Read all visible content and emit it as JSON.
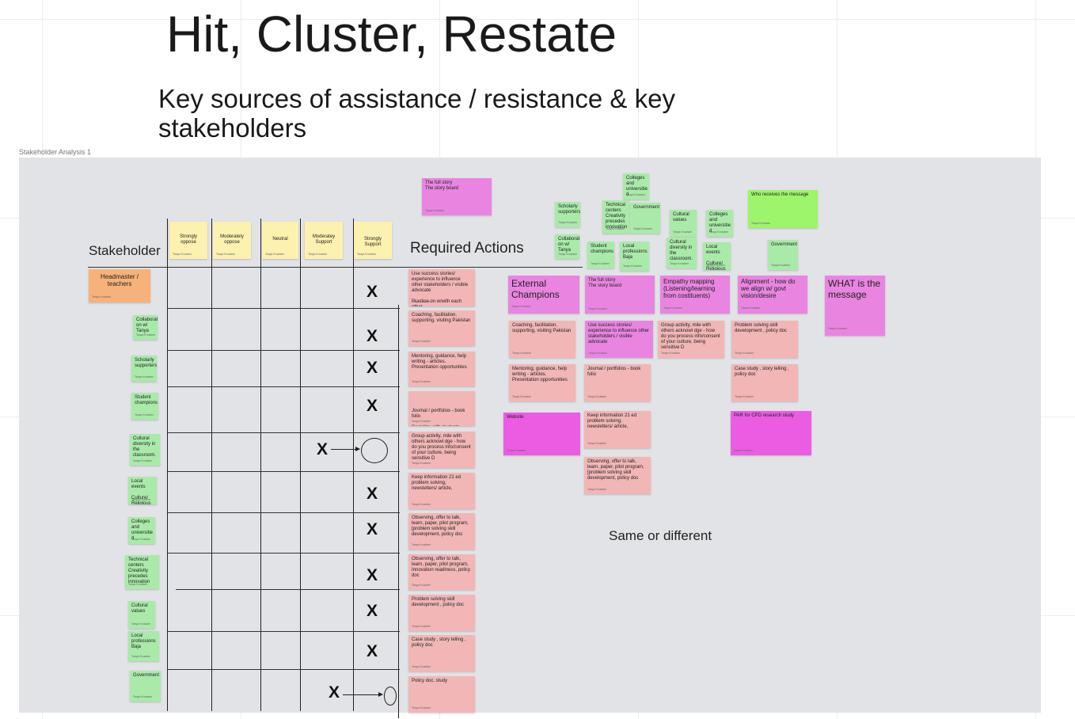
{
  "page": {
    "title": "Hit, Cluster, Restate",
    "subtitle": "Key sources of assistance / resistance  & key stakeholders"
  },
  "frame": {
    "label": "Stakeholder Analysis  1"
  },
  "headers": {
    "stakeholder": "Stakeholder",
    "required_actions": "Required Actions",
    "same_or_different": "Same or different"
  },
  "mark": {
    "x": "X"
  },
  "columns": [
    {
      "label": "Strongly oppose",
      "author": "Tanya Knudsen"
    },
    {
      "label": "Moderately oppose",
      "author": "Tanya Knudsen"
    },
    {
      "label": "Neutral",
      "author": "Tanya Knudsen"
    },
    {
      "label": "Moderatey Support",
      "author": "Tanya Knudsen"
    },
    {
      "label": "Strongly Support",
      "author": "Tanya Knudsen"
    }
  ],
  "stakeholders": [
    {
      "text": "Headmaster / teachers",
      "author": "Tanya Knudsen"
    },
    {
      "text": "Collaborati on w/ Tanya",
      "author": "Tanya Knudsen"
    },
    {
      "text": "Scholarly supporters",
      "author": "Tanya Knudsen"
    },
    {
      "text": "Student champions",
      "author": "Tanya Knudsen"
    },
    {
      "text": "Cultural diversity in the classroom.",
      "author": "Tanya Knudsen"
    },
    {
      "text": "Local events\n\nCulture/ Religious",
      "author": "Tanya Knudsen"
    },
    {
      "text": "Colleges and universitie d",
      "author": "Tanya Knudsen"
    },
    {
      "text": "Technical centers Creativity precedes innovation",
      "author": "Tanya Knudsen"
    },
    {
      "text": "Cultural values",
      "author": "Tanya Knudsen"
    },
    {
      "text": "Local professions Baja",
      "author": "Tanya Knudsen"
    },
    {
      "text": "Government",
      "author": "Tanya Knudsen"
    }
  ],
  "actions": [
    {
      "text": "Use success stories/ experience to influence other stakeholders / visible advocate\n\nPractice on w/with each other",
      "author": "Tanya Knudsen"
    },
    {
      "text": "Coaching, facilitation, supporting, visiting Pakistan",
      "author": "Tanya Knudsen"
    },
    {
      "text": "Mentoring, guidance, help writing - articles. Presentation opportunities",
      "author": "Tanya Knudsen"
    },
    {
      "text": "Journal / portfolios - book folio\n\nSocialize with students",
      "author": "Tanya Knudsen"
    },
    {
      "text": "Group activity, mile with others acknowl dge - how do you process info/consent of your culture, being sensitive D",
      "author": "Tanya Knudsen"
    },
    {
      "text": "Keep information 21 ed problem solving, newsletters/ article,",
      "author": "Tanya Knudsen"
    },
    {
      "text": "Observing, offer to talk, learn, paper, pilot program, [problem solving skill development, policy doc",
      "author": "Tanya Knudsen"
    },
    {
      "text": "Observing, offer to talk, learn, paper, pilot program, Innovation readiness, policy doc",
      "author": "Tanya Knudsen"
    },
    {
      "text": "Problem solving skill development , policy doc",
      "author": "Tanya Knudsen"
    },
    {
      "text": "Case study , story telling , policy doc",
      "author": "Tanya Knudsen"
    },
    {
      "text": "Policy doc, study",
      "author": "Tanya Knudsen"
    }
  ],
  "story_note": {
    "text": "The full story\nThe story board",
    "author": "Tanya Knudsen"
  },
  "cluster_notes": [
    {
      "text": "Colleges and universitie d",
      "author": "Tanya Knudsen"
    },
    {
      "text": "Scholarly supporters",
      "author": "Tanya Knudsen"
    },
    {
      "text": "Technical centers Creativity precedes innovation",
      "author": "Tanya Knudsen"
    },
    {
      "text": "Government",
      "author": "Tanya Knudsen"
    },
    {
      "text": "Cultural values",
      "author": "Tanya Knudsen"
    },
    {
      "text": "Colleges and universitie d",
      "author": "Tanya Knudsen"
    },
    {
      "text": "Collaborati on w/ Tanya",
      "author": "Tanya Knudsen"
    },
    {
      "text": "Student champions",
      "author": "Tanya Knudsen"
    },
    {
      "text": "Local professions Baja",
      "author": "Tanya Knudsen"
    },
    {
      "text": "Cultural diversity in the classroom.",
      "author": "Tanya Knudsen"
    },
    {
      "text": "Local events\n\nCulture/ Religious",
      "author": "Tanya Knudsen"
    },
    {
      "text": "Government",
      "author": "Tanya Knudsen"
    }
  ],
  "who_receives": {
    "text": "Who receives the message",
    "author": "Tanya Knudsen"
  },
  "themes": [
    {
      "text": "External Champions",
      "author": "Tanya Knudsen"
    },
    {
      "text": "The full story\nThe story board",
      "author": "Tanya Knudsen"
    },
    {
      "text": "Empathy mapping (Listening/learning from costituents)",
      "author": "Tanya Knudsen"
    },
    {
      "text": "Alignment - how do we align w/ govt vision/desire",
      "author": "Tanya Knudsen"
    },
    {
      "text": "WHAT is the message",
      "author": "Tanya Knudsen"
    }
  ],
  "clustered_actions": [
    {
      "text": "Coaching, facilitation, supporting, visiting Pakistan",
      "author": "Tanya Knudsen"
    },
    {
      "text": "Use success stories/ experience to influence other stakeholders / visible advocate",
      "author": "Tanya Knudsen"
    },
    {
      "text": "Group activity, mile with others acknowl dge - how do you process info/consent of your culture, being sensitive D",
      "author": "Tanya Knudsen"
    },
    {
      "text": "Problem solving skill development , policy doc",
      "author": "Tanya Knudsen"
    },
    {
      "text": "Mentoring, guidance, help writing - articles. Presentation opportunities",
      "author": "Tanya Knudsen"
    },
    {
      "text": "Journal / portfolios - book folio",
      "author": "Tanya Knudsen"
    },
    {
      "text": "Case study , story telling , policy doc",
      "author": "Tanya Knudsen"
    },
    {
      "text": "Keep information 21 ed problem solving, newsletters/ article,",
      "author": "Tanya Knudsen"
    },
    {
      "text": "Observing, offer to talk, learn, paper, pilot program, [problem solving skill development, policy doc",
      "author": "Tanya Knudsen"
    }
  ],
  "deliverables": [
    {
      "text": "Website",
      "author": "Tanya Knudsen"
    },
    {
      "text": "PAR for CPD research study",
      "author": "Tanya Knudsen"
    }
  ]
}
